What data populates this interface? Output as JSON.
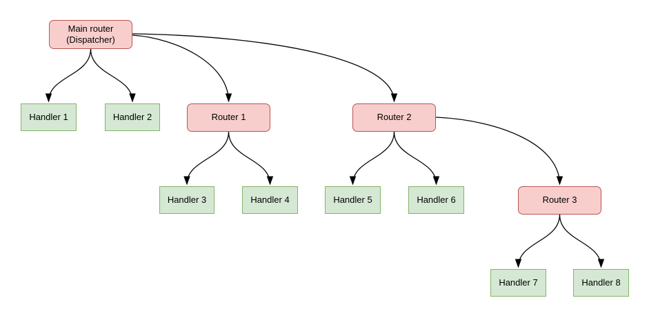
{
  "diagram": {
    "type": "tree",
    "background": "#ffffff",
    "colors": {
      "router_fill": "#f8cecc",
      "router_border": "#b85450",
      "handler_fill": "#d5e8d4",
      "handler_border": "#82b366",
      "edge_stroke": "#000000",
      "canvas_bg": "#ffffff"
    },
    "nodes": [
      {
        "id": "main-router",
        "kind": "router",
        "label": "Main router\n(Dispatcher)"
      },
      {
        "id": "handler-1",
        "kind": "handler",
        "label": "Handler 1"
      },
      {
        "id": "handler-2",
        "kind": "handler",
        "label": "Handler 2"
      },
      {
        "id": "router-1",
        "kind": "router",
        "label": "Router 1"
      },
      {
        "id": "router-2",
        "kind": "router",
        "label": "Router 2"
      },
      {
        "id": "handler-3",
        "kind": "handler",
        "label": "Handler 3"
      },
      {
        "id": "handler-4",
        "kind": "handler",
        "label": "Handler 4"
      },
      {
        "id": "handler-5",
        "kind": "handler",
        "label": "Handler 5"
      },
      {
        "id": "handler-6",
        "kind": "handler",
        "label": "Handler 6"
      },
      {
        "id": "router-3",
        "kind": "router",
        "label": "Router 3"
      },
      {
        "id": "handler-7",
        "kind": "handler",
        "label": "Handler 7"
      },
      {
        "id": "handler-8",
        "kind": "handler",
        "label": "Handler 8"
      }
    ],
    "edges": [
      {
        "from": "main-router",
        "to": "handler-1"
      },
      {
        "from": "main-router",
        "to": "handler-2"
      },
      {
        "from": "main-router",
        "to": "router-1"
      },
      {
        "from": "main-router",
        "to": "router-2"
      },
      {
        "from": "router-1",
        "to": "handler-3"
      },
      {
        "from": "router-1",
        "to": "handler-4"
      },
      {
        "from": "router-2",
        "to": "handler-5"
      },
      {
        "from": "router-2",
        "to": "handler-6"
      },
      {
        "from": "router-2",
        "to": "router-3"
      },
      {
        "from": "router-3",
        "to": "handler-7"
      },
      {
        "from": "router-3",
        "to": "handler-8"
      }
    ]
  }
}
